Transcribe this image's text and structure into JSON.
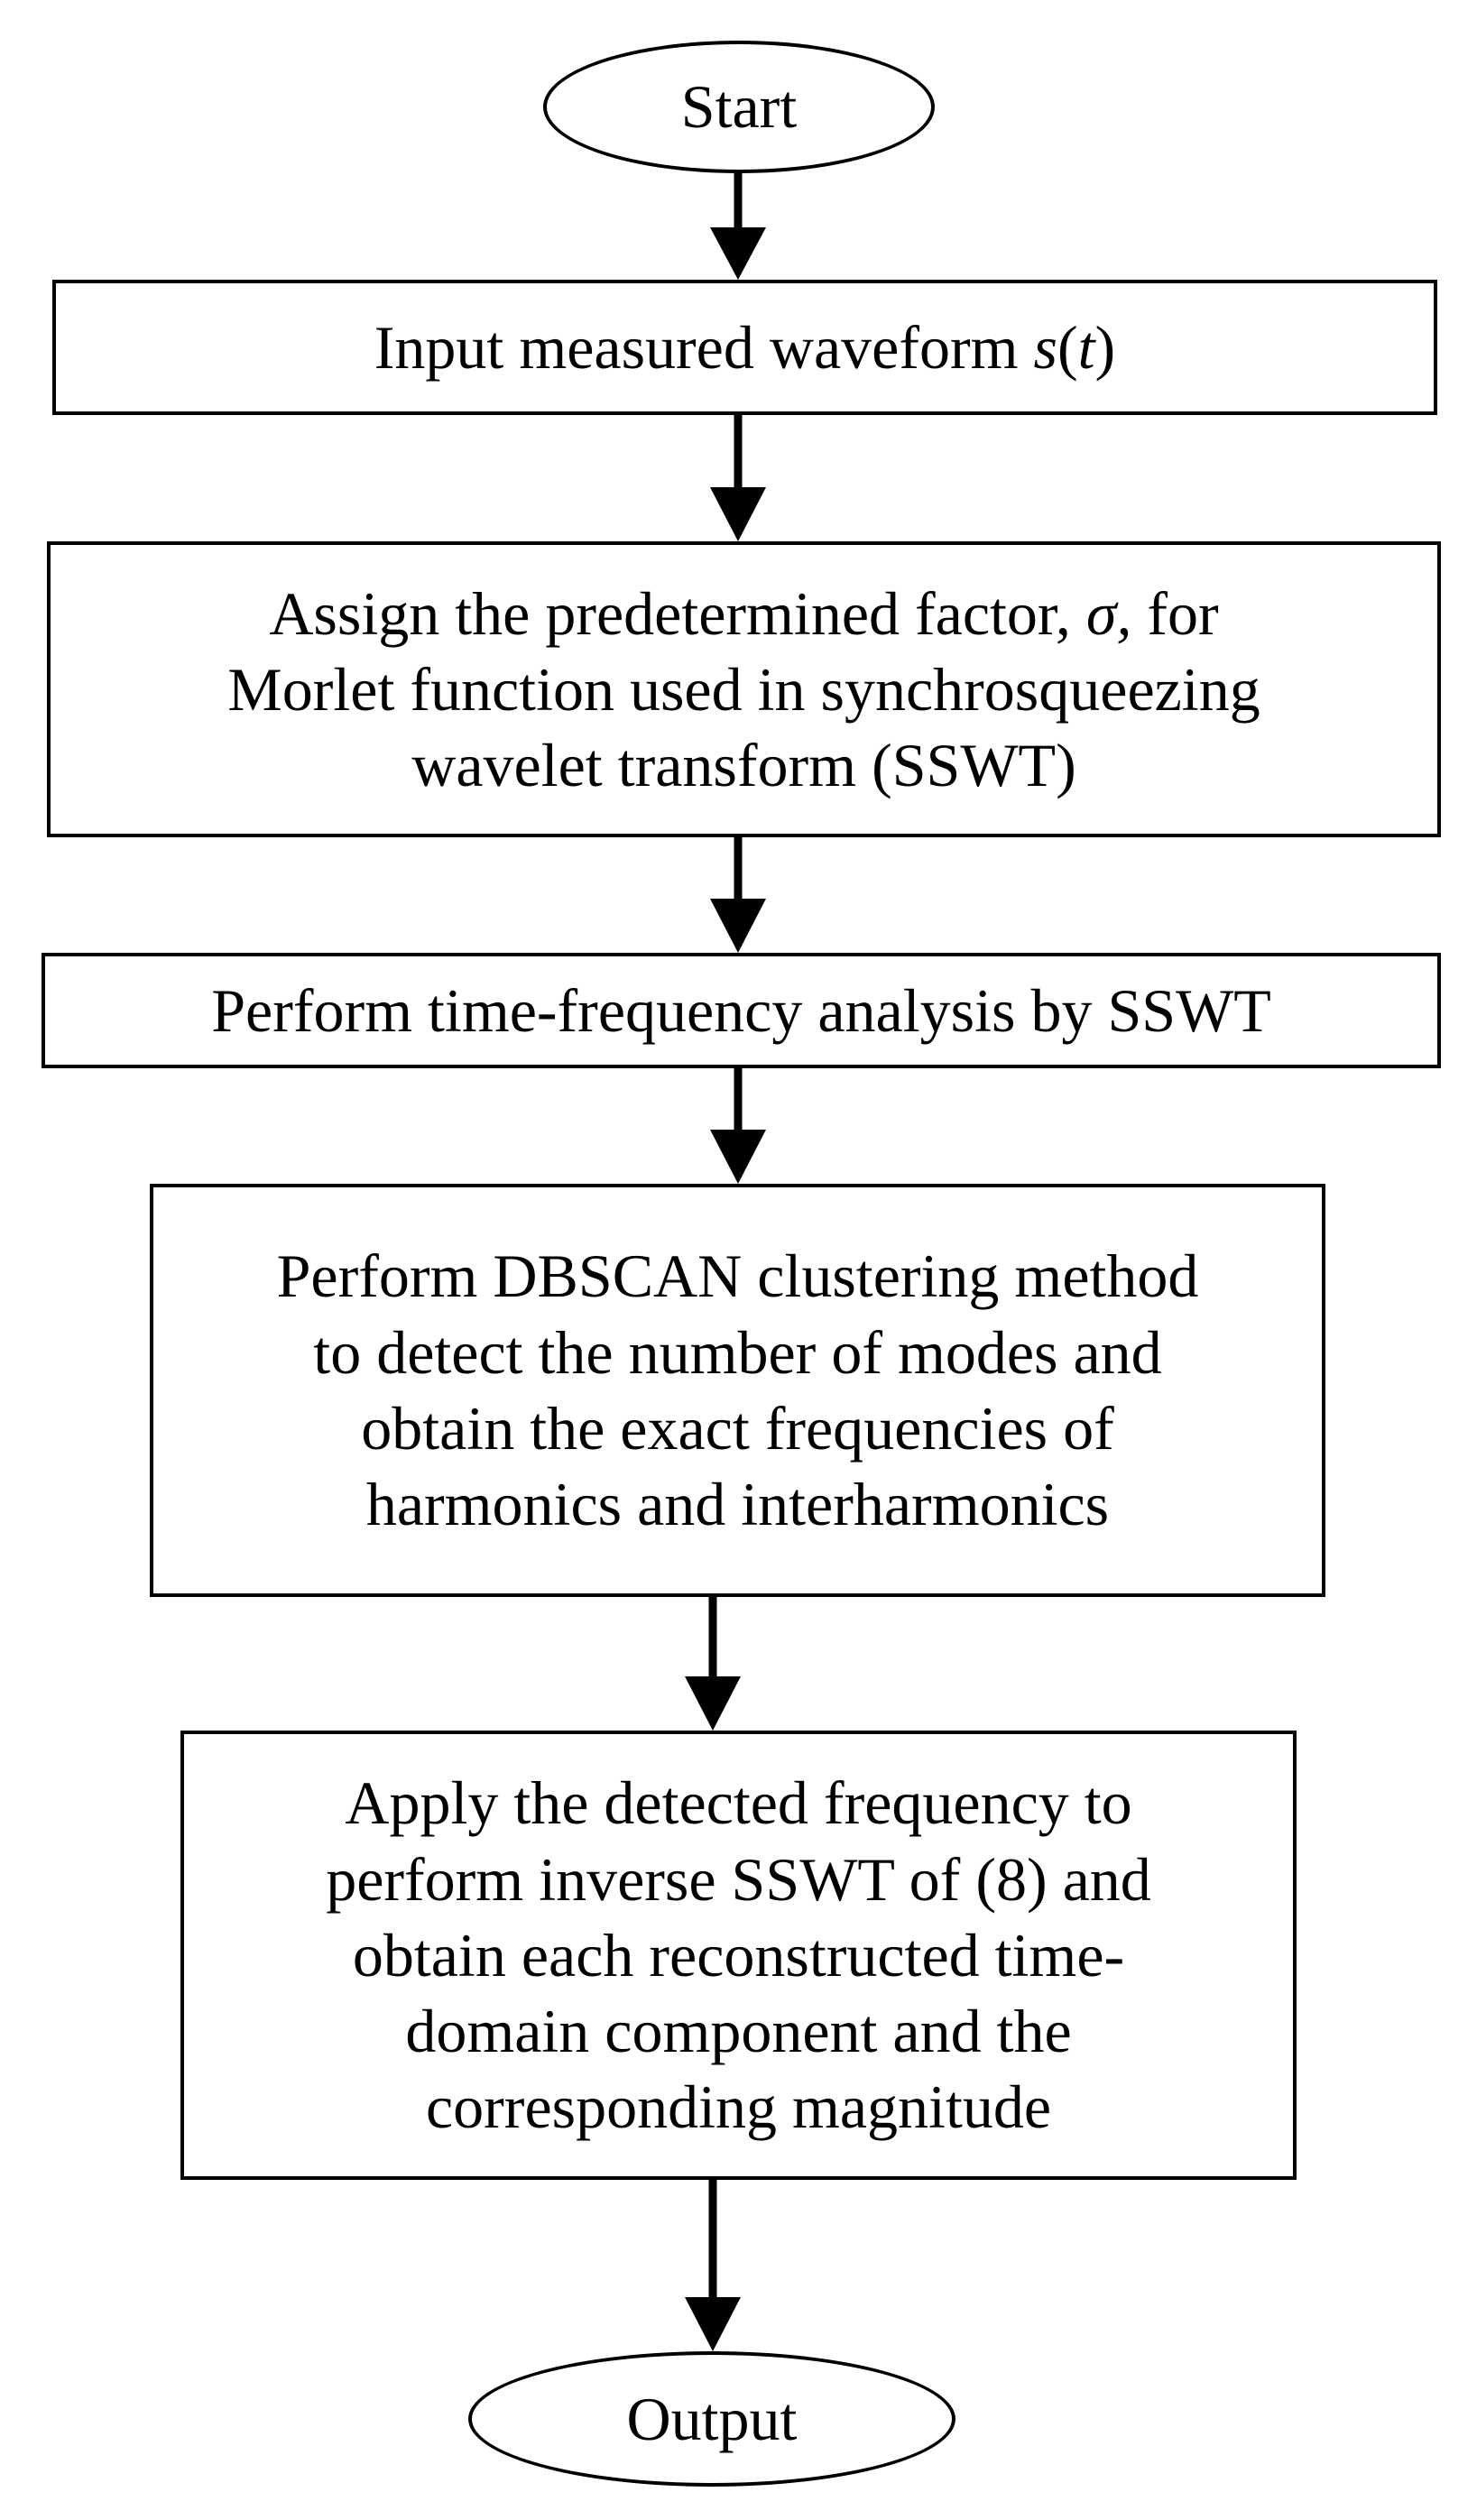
{
  "flowchart": {
    "start": "Start",
    "input": {
      "text": "Input measured waveform",
      "symbol_fn": "s",
      "paren_open": "(",
      "symbol_var": "t",
      "paren_close": ")"
    },
    "assign": {
      "line1_pre": "Assign the predetermined factor,",
      "line1_symbol": "σ,",
      "line1_post": "for",
      "line2": "Morlet function used in synchrosqueezing",
      "line3": "wavelet transform (SSWT)"
    },
    "tfa": "Perform time-frequency analysis by SSWT",
    "dbscan": {
      "line1": "Perform DBSCAN clustering method",
      "line2": "to detect the number of modes and",
      "line3": "obtain the exact frequencies of",
      "line4": "harmonics and interharmonics"
    },
    "apply": {
      "line1": "Apply the detected frequency to",
      "line2": "perform inverse SSWT of (8) and",
      "line3": "obtain each reconstructed time-",
      "line4": "domain component and the",
      "line5": "corresponding magnitude"
    },
    "output": "Output"
  }
}
